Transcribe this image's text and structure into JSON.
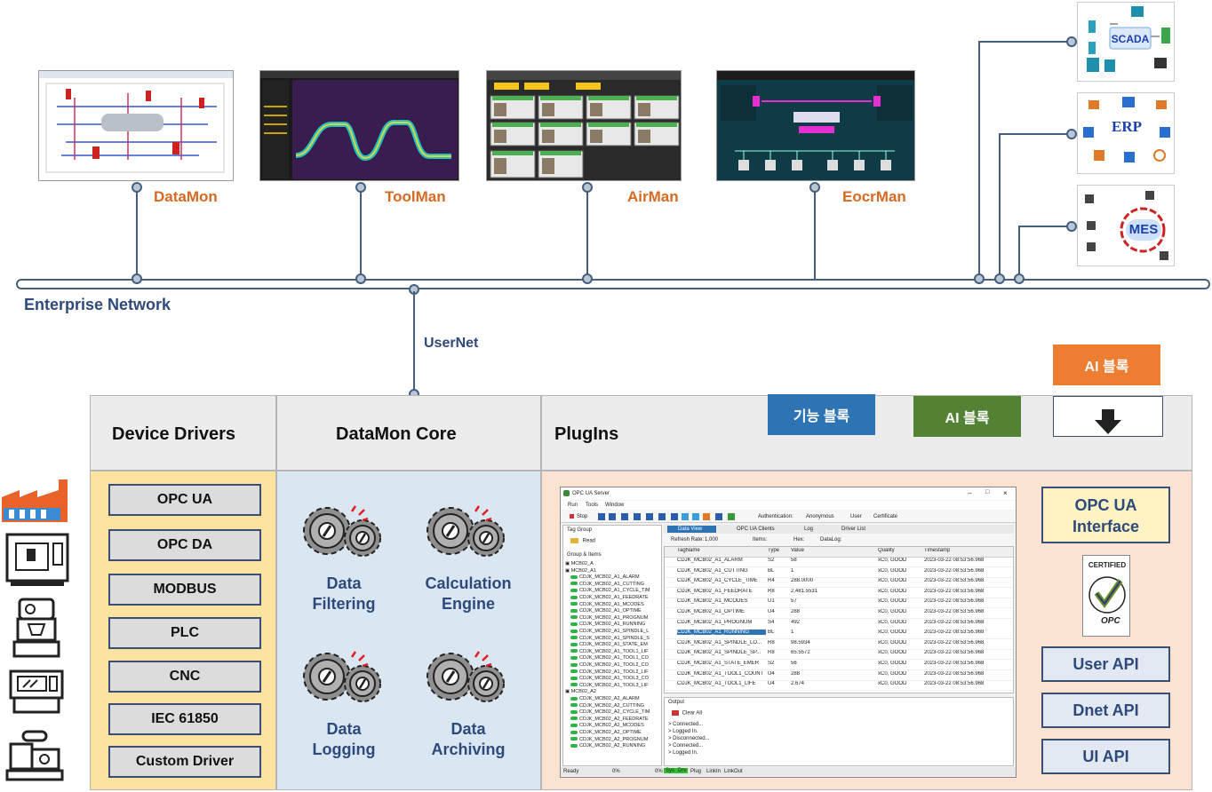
{
  "apps": [
    {
      "name": "DataMon"
    },
    {
      "name": "ToolMan"
    },
    {
      "name": "AirMan"
    },
    {
      "name": "EocrMan"
    }
  ],
  "enterprise": {
    "network_label": "Enterprise Network",
    "usernet_label": "UserNet",
    "systems": [
      {
        "name": "SCADA"
      },
      {
        "name": "ERP"
      },
      {
        "name": "MES"
      }
    ]
  },
  "sections": {
    "drivers": "Device Drivers",
    "core": "DataMon Core",
    "plugins": "PlugIns"
  },
  "drivers": [
    "OPC UA",
    "OPC DA",
    "MODBUS",
    "PLC",
    "CNC",
    "IEC 61850",
    "Custom Driver"
  ],
  "core_items": [
    "Data\nFiltering",
    "Calculation\nEngine",
    "Data\nLogging",
    "Data\nArchiving"
  ],
  "blocks": {
    "function_block": "기능 블록",
    "ai_block_green": "AI 블록",
    "ai_block_orange": "AI 블록"
  },
  "interfaces": {
    "opcua_line1": "OPC UA",
    "opcua_line2": "Interface",
    "certified": "CERTIFIED",
    "opc": "OPC",
    "apis": [
      "User API",
      "Dnet API",
      "UI API"
    ]
  },
  "colors": {
    "network": "#445e7d",
    "app_label": "#d56a22",
    "drivers_bg": "#fce3a0",
    "core_bg": "#dbe6f3",
    "plugins_bg": "#fbe3d3",
    "block_blue": "#2e74b5",
    "block_green": "#548235",
    "block_orange": "#ed7d31"
  },
  "opc_window": {
    "title": "OPC UA Server",
    "menu": [
      "Run",
      "Tools",
      "Window"
    ],
    "toolbar": {
      "stop": "Stop",
      "auth": "Authentication:",
      "anonymous": "Anonymous",
      "user": "User",
      "certificate": "Certificate"
    },
    "tag_group": "Tag Group",
    "read": "Read",
    "group_items": "Group & Items",
    "tabs": [
      "Data View",
      "OPC UA Clients",
      "Log",
      "Driver List"
    ],
    "refresh_label": "Refresh Rate:",
    "refresh_value": "1,000",
    "items_label": "Items:",
    "hex_label": "Hex:",
    "datalog_label": "DataLog:",
    "columns": [
      "TagName",
      "Type",
      "Value",
      "Quality",
      "Timestamp"
    ],
    "rows": [
      [
        "CDJK_MCB02_A1_ALARM",
        "S2",
        "58",
        "xC0, GOOD",
        "2023-03-22 08:53:56.968"
      ],
      [
        "CDJK_MCB02_A1_CUTTING",
        "BL",
        "1",
        "xC0, GOOD",
        "2023-03-22 08:53:56.968"
      ],
      [
        "CDJK_MCB02_A1_CYCLE_TIME",
        "R4",
        "288.0000",
        "xC0, GOOD",
        "2023-03-22 08:53:56.968"
      ],
      [
        "CDJK_MCB02_A1_FEEDRATE",
        "R8",
        "2,481.5531",
        "xC0, GOOD",
        "2023-03-22 08:53:56.968"
      ],
      [
        "CDJK_MCB02_A1_MCODES",
        "U1",
        "57",
        "xC0, GOOD",
        "2023-03-22 08:53:56.968"
      ],
      [
        "CDJK_MCB02_A1_OPTIME",
        "U4",
        "288",
        "xC0, GOOD",
        "2023-03-22 08:53:56.968"
      ],
      [
        "CDJK_MCB02_A1_PROGNUM",
        "S4",
        "492",
        "xC0, GOOD",
        "2023-03-22 08:53:56.968"
      ],
      [
        "CDJK_MCB02_A1_RUNNING",
        "BL",
        "1",
        "xC0, GOOD",
        "2023-03-22 08:53:56.968"
      ],
      [
        "CDJK_MCB02_A1_SPINDLE_LO...",
        "R8",
        "98.5934",
        "xC0, GOOD",
        "2023-03-22 08:53:56.968"
      ],
      [
        "CDJK_MCB02_A1_SPINDLE_SP...",
        "R8",
        "65.5572",
        "xC0, GOOD",
        "2023-03-22 08:53:56.968"
      ],
      [
        "CDJK_MCB02_A1_STATE_EMER",
        "S2",
        "56",
        "xC0, GOOD",
        "2023-03-22 08:53:56.968"
      ],
      [
        "CDJK_MCB02_A1_TOOL1_COUNT",
        "U4",
        "288",
        "xC0, GOOD",
        "2023-03-22 08:53:56.968"
      ],
      [
        "CDJK_MCB02_A1_TOOL1_LIFE",
        "U4",
        "2,674",
        "xC0, GOOD",
        "2023-03-22 08:53:56.968"
      ]
    ],
    "tree": {
      "groups": [
        "MCB02_A",
        "MCB02_A1"
      ],
      "items_a1": [
        "CDJK_MCB02_A1_ALARM",
        "CDJK_MCB02_A1_CUTTING",
        "CDJK_MCB02_A1_CYCLE_TIM",
        "CDJK_MCB02_A1_FEEDRATE",
        "CDJK_MCB02_A1_MCODES",
        "CDJK_MCB02_A1_OPTIME",
        "CDJK_MCB02_A1_PROGNUM",
        "CDJK_MCB02_A1_RUNNING",
        "CDJK_MCB02_A1_SPINDLE_L",
        "CDJK_MCB02_A1_SPINDLE_S",
        "CDJK_MCB02_A1_STATE_EM",
        "CDJK_MCB02_A1_TOOL1_LIF",
        "CDJK_MCB02_A1_TOOL1_CO",
        "CDJK_MCB02_A1_TOOL2_CO",
        "CDJK_MCB02_A1_TOOL2_LIF",
        "CDJK_MCB02_A1_TOOL3_CO",
        "CDJK_MCB02_A1_TOOL3_LIF"
      ],
      "group2": "MCB02_A2",
      "items_a2": [
        "CDJK_MCB02_A2_ALARM",
        "CDJK_MCB02_A2_CUTTING",
        "CDJK_MCB02_A2_CYCLE_TIM",
        "CDJK_MCB02_A2_FEEDRATE",
        "CDJK_MCB02_A2_MCODES",
        "CDJK_MCB02_A2_OPTIME",
        "CDJK_MCB02_A2_PROGNUM",
        "CDJK_MCB02_A2_RUNNING"
      ]
    },
    "output_title": "Output",
    "clear_all": "Clear All",
    "output_lines": [
      "> Connected...",
      "> Logged In.",
      "> Disconnected...",
      "> Connected...",
      "> Logged In."
    ],
    "status": [
      "Ready",
      "0%",
      "0%",
      "Sys",
      "Drv",
      "Plug",
      "LinkIn",
      "LinkOut"
    ]
  }
}
